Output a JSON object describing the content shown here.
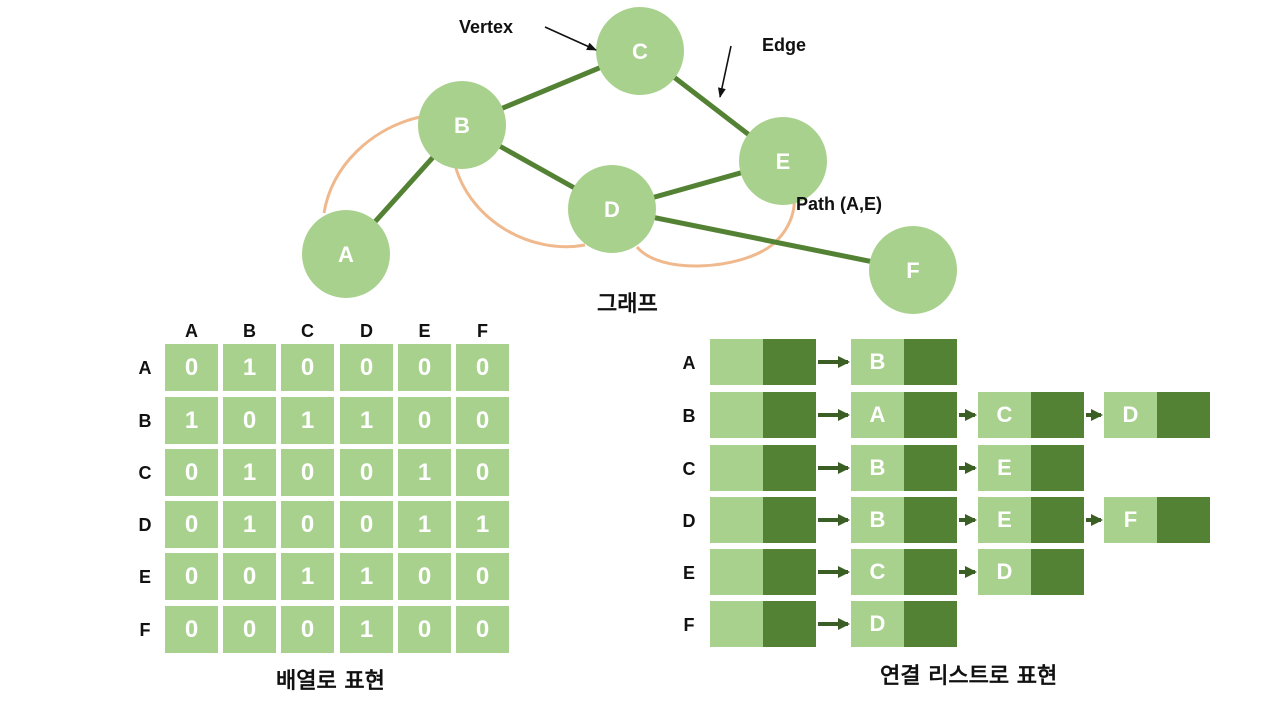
{
  "colors": {
    "node_fill": "#a9d18e",
    "edge": "#548235",
    "path": "#f0b98d",
    "cell_light": "#a9d18e",
    "cell_dark": "#548235",
    "text_dark": "#111111",
    "text_white": "#ffffff"
  },
  "graph": {
    "nodes": [
      "A",
      "B",
      "C",
      "D",
      "E",
      "F"
    ],
    "edges": [
      [
        "A",
        "B"
      ],
      [
        "B",
        "C"
      ],
      [
        "B",
        "D"
      ],
      [
        "C",
        "E"
      ],
      [
        "D",
        "E"
      ],
      [
        "D",
        "F"
      ]
    ],
    "annotations": {
      "vertex": "Vertex",
      "edge": "Edge",
      "path": "Path (A,E)"
    },
    "caption": "그래프"
  },
  "matrix": {
    "headers": [
      "A",
      "B",
      "C",
      "D",
      "E",
      "F"
    ],
    "rows": [
      {
        "label": "A",
        "values": [
          "0",
          "1",
          "0",
          "0",
          "0",
          "0"
        ]
      },
      {
        "label": "B",
        "values": [
          "1",
          "0",
          "1",
          "1",
          "0",
          "0"
        ]
      },
      {
        "label": "C",
        "values": [
          "0",
          "1",
          "0",
          "0",
          "1",
          "0"
        ]
      },
      {
        "label": "D",
        "values": [
          "0",
          "1",
          "0",
          "0",
          "1",
          "1"
        ]
      },
      {
        "label": "E",
        "values": [
          "0",
          "0",
          "1",
          "1",
          "0",
          "0"
        ]
      },
      {
        "label": "F",
        "values": [
          "0",
          "0",
          "0",
          "1",
          "0",
          "0"
        ]
      }
    ],
    "caption": "배열로 표현"
  },
  "adjacency_list": {
    "rows": [
      {
        "label": "A",
        "neighbors": [
          "B"
        ]
      },
      {
        "label": "B",
        "neighbors": [
          "A",
          "C",
          "D"
        ]
      },
      {
        "label": "C",
        "neighbors": [
          "B",
          "E"
        ]
      },
      {
        "label": "D",
        "neighbors": [
          "B",
          "E",
          "F"
        ]
      },
      {
        "label": "E",
        "neighbors": [
          "C",
          "D"
        ]
      },
      {
        "label": "F",
        "neighbors": [
          "D"
        ]
      }
    ],
    "caption": "연결 리스트로 표현"
  }
}
